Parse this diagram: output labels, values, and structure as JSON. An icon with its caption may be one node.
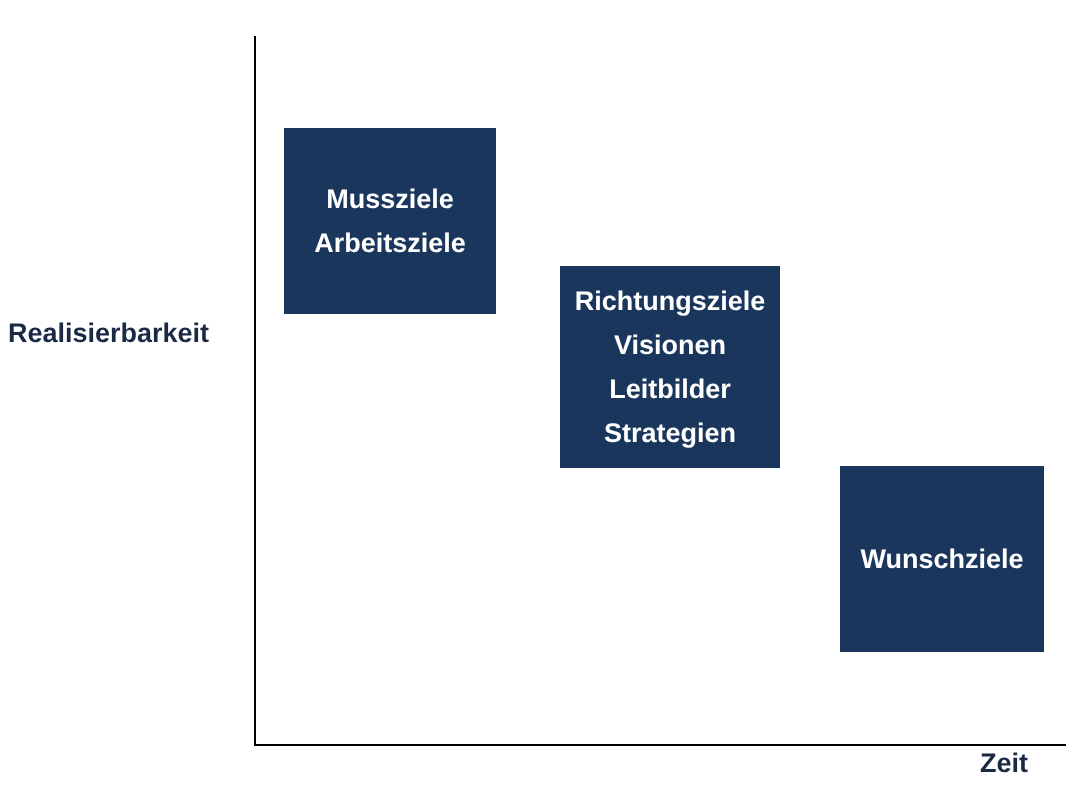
{
  "diagram": {
    "nodes": [
      {
        "text": [
          "Mussziele",
          "Arbeitsziele"
        ]
      },
      {
        "text": [
          "Richtungsziele",
          "Visionen",
          "Leitbilder",
          "Strategien"
        ]
      },
      {
        "text": [
          "Wunschziele"
        ]
      }
    ],
    "labels": [
      "Realisierbarkeit",
      "Zeit"
    ]
  }
}
